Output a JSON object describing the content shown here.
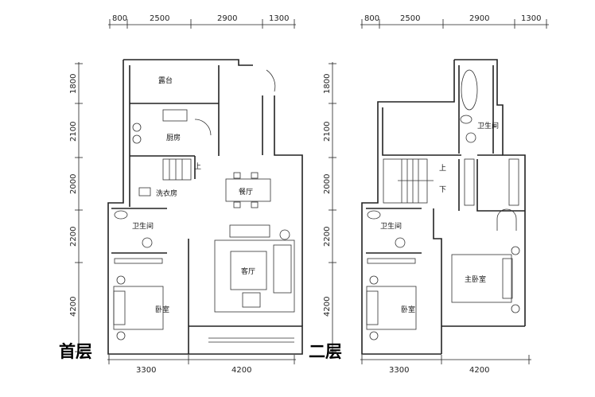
{
  "floor1": {
    "title": "首层",
    "top_dims": [
      "800",
      "2500",
      "2900",
      "1300"
    ],
    "left_dims": [
      "1800",
      "2100",
      "2000",
      "2200",
      "4200"
    ],
    "bottom_dims": [
      "3300",
      "4200"
    ],
    "rooms": {
      "terrace": "露台",
      "kitchen": "厨房",
      "laundry": "洗衣房",
      "dining": "餐厅",
      "bathroom": "卫生间",
      "living": "客厅",
      "bedroom": "卧室",
      "stairs_up": "上"
    }
  },
  "floor2": {
    "title": "二层",
    "top_dims": [
      "800",
      "2500",
      "2900",
      "1300"
    ],
    "left_dims": [
      "1800",
      "2100",
      "2000",
      "2200",
      "4200"
    ],
    "bottom_dims": [
      "3300",
      "4200"
    ],
    "rooms": {
      "bathroom_master": "卫生间",
      "stairs_up": "上",
      "stairs_down": "下",
      "bathroom": "卫生间",
      "master_bedroom": "主卧室",
      "bedroom": "卧室"
    }
  }
}
